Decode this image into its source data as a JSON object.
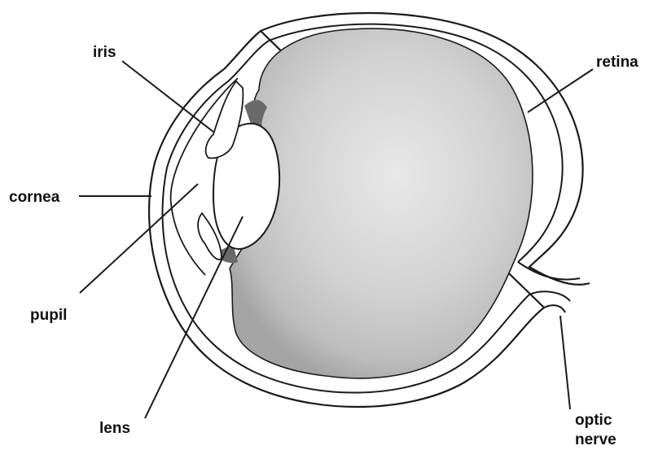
{
  "labels": {
    "iris": "iris",
    "retina": "retina",
    "cornea": "cornea",
    "pupil": "pupil",
    "lens": "lens",
    "optic_line1": "optic",
    "optic_line2": "nerve"
  },
  "colors": {
    "outline": "#1a1a1a",
    "vitreous_light": "#e6e6e6",
    "vitreous_dark": "#a9a9a9",
    "background": "#ffffff"
  }
}
